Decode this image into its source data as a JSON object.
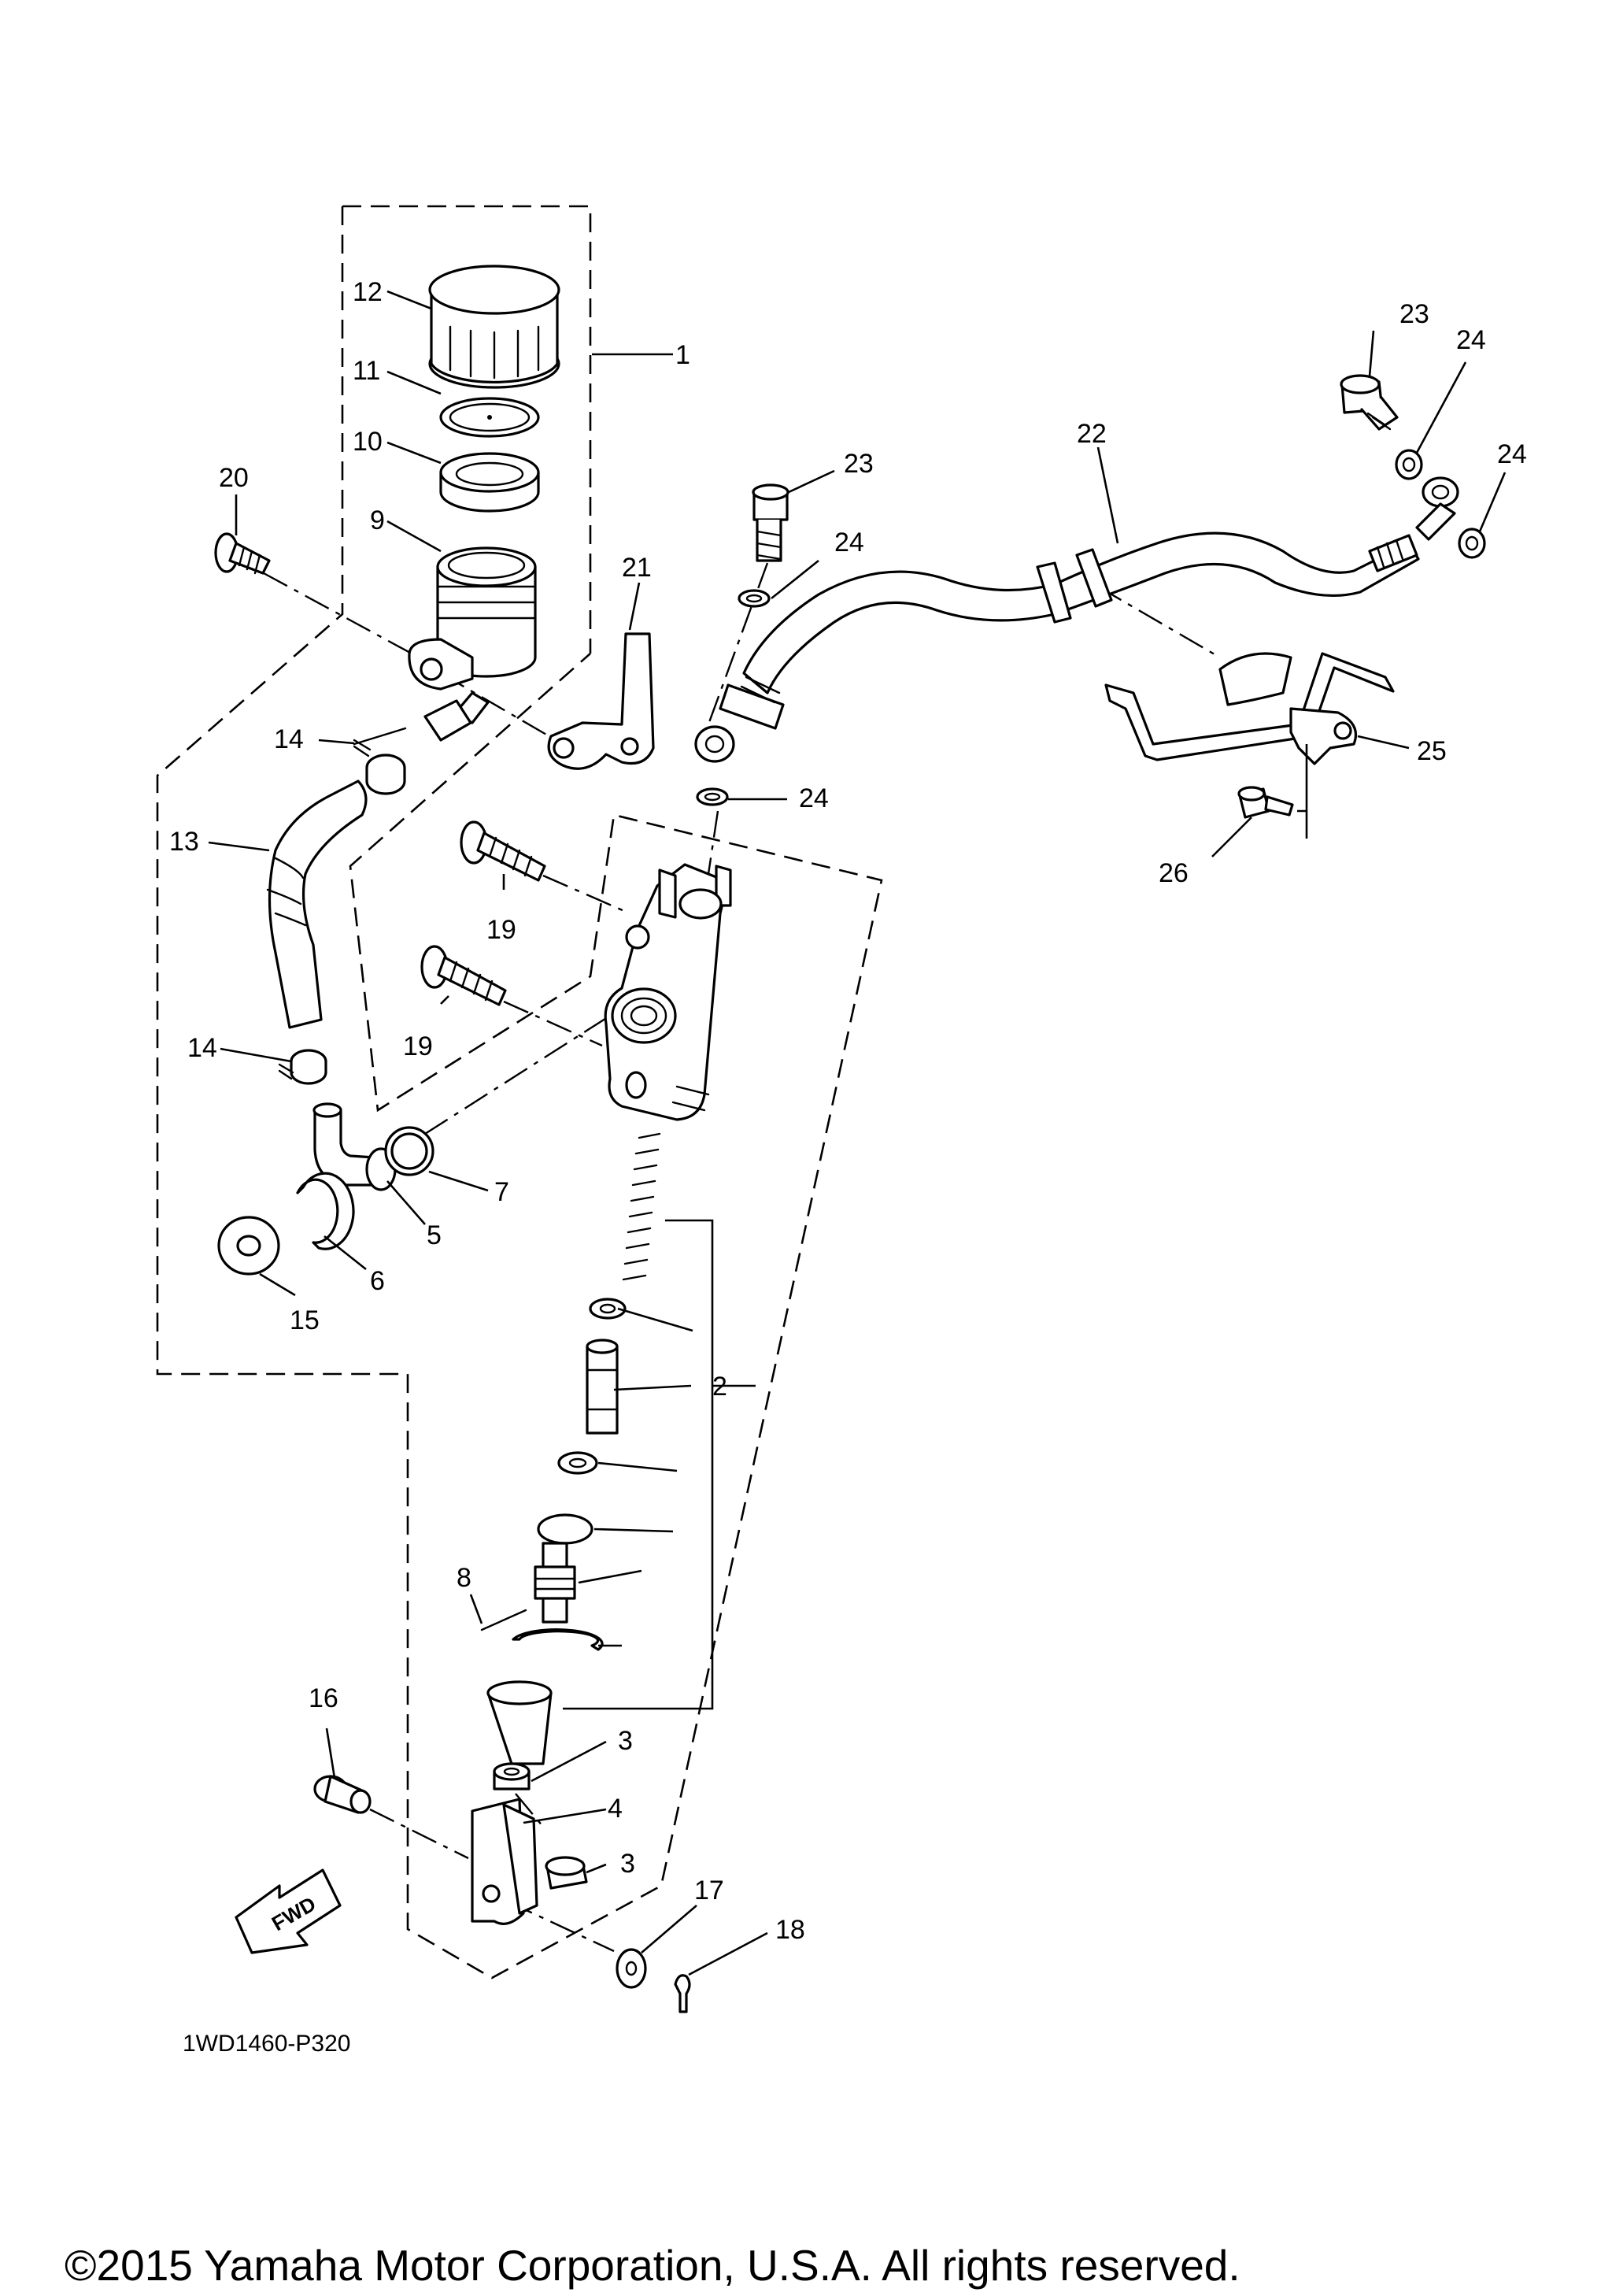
{
  "callouts": {
    "c1": "1",
    "c2": "2",
    "c3a": "3",
    "c3b": "3",
    "c4": "4",
    "c5": "5",
    "c6": "6",
    "c7": "7",
    "c8": "8",
    "c9": "9",
    "c10": "10",
    "c11": "11",
    "c12": "12",
    "c13": "13",
    "c14a": "14",
    "c14b": "14",
    "c15": "15",
    "c16": "16",
    "c17": "17",
    "c18": "18",
    "c19a": "19",
    "c19b": "19",
    "c20": "20",
    "c21": "21",
    "c22": "22",
    "c23a": "23",
    "c23b": "23",
    "c24a": "24",
    "c24b": "24",
    "c24c": "24",
    "c24d": "24",
    "c25": "25",
    "c26": "26"
  },
  "direction_tag": "FWD",
  "diagram_code": "1WD1460-P320",
  "copyright": "©2015 Yamaha Motor Corporation, U.S.A. All rights reserved."
}
